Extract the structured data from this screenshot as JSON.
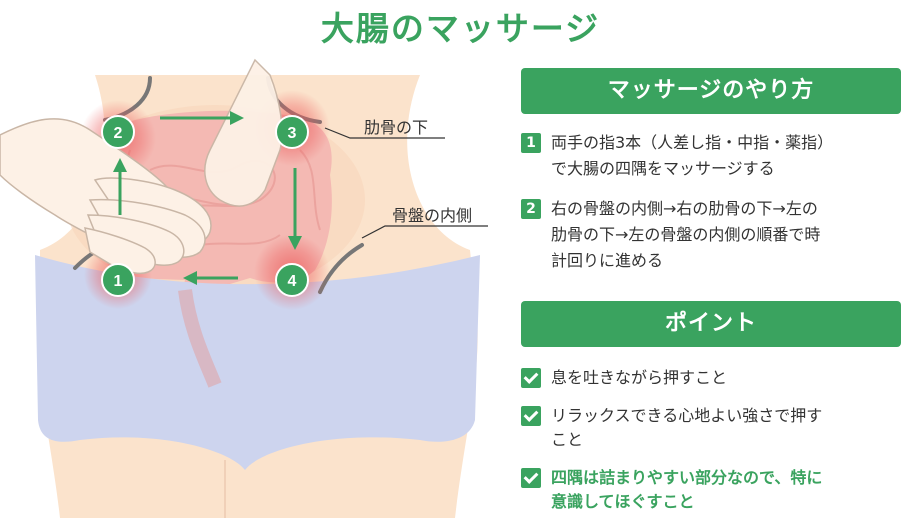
{
  "title": "大腸のマッサージ",
  "labels": {
    "under_ribs": "肋骨の下",
    "inner_pelvis": "骨盤の内側"
  },
  "points": [
    {
      "number": "1"
    },
    {
      "number": "2"
    },
    {
      "number": "3"
    },
    {
      "number": "4"
    }
  ],
  "method": {
    "header": "マッサージのやり方",
    "steps": [
      {
        "badge": "1",
        "line1": "両手の指3本（人差し指・中指・薬指）",
        "line2": "で大腸の四隅をマッサージする",
        "line3": ""
      },
      {
        "badge": "2",
        "line1": "右の骨盤の内側→右の肋骨の下→左の",
        "line2": "肋骨の下→左の骨盤の内側の順番で時",
        "line3": "計回りに進める"
      }
    ]
  },
  "points_section": {
    "header": "ポイント",
    "items": [
      {
        "line1": "息を吐きながら押すこと",
        "line2": ""
      },
      {
        "line1": "リラックスできる心地よい強さで押す",
        "line2": "こと"
      },
      {
        "line1": "四隅は詰まりやすい部分なので、特に",
        "line2": "意識してほぐすこと"
      }
    ]
  },
  "colors": {
    "accent_green": "#3aa35f",
    "skin": "#fbe3cc",
    "underwear": "#cdd4ee",
    "intestine": "#f3b3b0",
    "highlight": "#ec5a5a"
  }
}
